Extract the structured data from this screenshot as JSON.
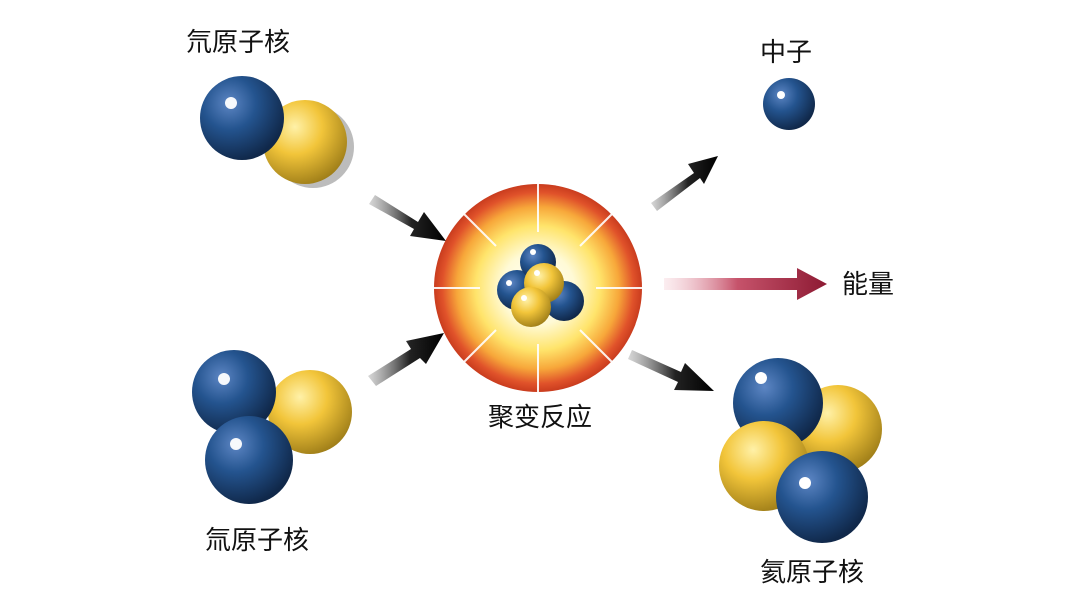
{
  "labels": {
    "deuterium": "氘原子核",
    "tritium": "氚原子核",
    "neutron": "中子",
    "energy": "能量",
    "fusion": "聚变反应",
    "helium": "氦原子核"
  },
  "colors": {
    "proton": "#f2c53a",
    "neutron": "#1f4f8f",
    "energy_arrow": "#9b1f3a",
    "motion_arrow": "#111111",
    "burst_outer": "#e0522a",
    "burst_inner": "#fff6c4"
  }
}
